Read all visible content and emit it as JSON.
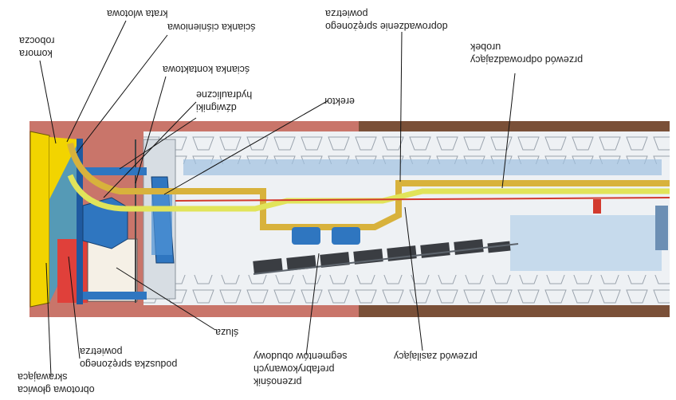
{
  "labels": {
    "krata_wlotowa": "krata wlotowa",
    "scianka_cisnieniowa": "ścianka ciśnieniowa",
    "komora_robocza_1": "robocza",
    "komora_robocza_2": "komora",
    "scianka_kontaktowa": "ścianka kontaktowa",
    "dzwigniki_1": "hydrauliczne",
    "dzwigniki_2": "dźwigniki",
    "erektor": "erektor",
    "doprowadzenie_1": "powietrza",
    "doprowadzenie_2": "doprowadzenie sprężonego",
    "odprowadzajacy_1": "urobek",
    "odprowadzajacy_2": "przewód odprowadzający",
    "sluza": "śluza",
    "poduszka_1": "powietrza",
    "poduszka_2": "poduszka sprężonego",
    "glowica_1": "skrawająca",
    "glowica_2": "obrotowa głowica",
    "przenosnik_1": "segmentów obudowy",
    "przenosnik_2": "prefabrykowanych",
    "przenosnik_3": "przenośnik",
    "zasilajacy": "przewód zasilający"
  },
  "colors": {
    "rock_left": "#c9756a",
    "rock_right": "#7a5038",
    "slurry_chamber": "#f2d400",
    "air_cushion": "#3a8fd6",
    "feed_pipe": "#d8b23c",
    "return_pipe": "#e1e45a",
    "machinery": "#2f76c0",
    "lining": "#e8ecf0",
    "airlock": "#e0403a"
  }
}
